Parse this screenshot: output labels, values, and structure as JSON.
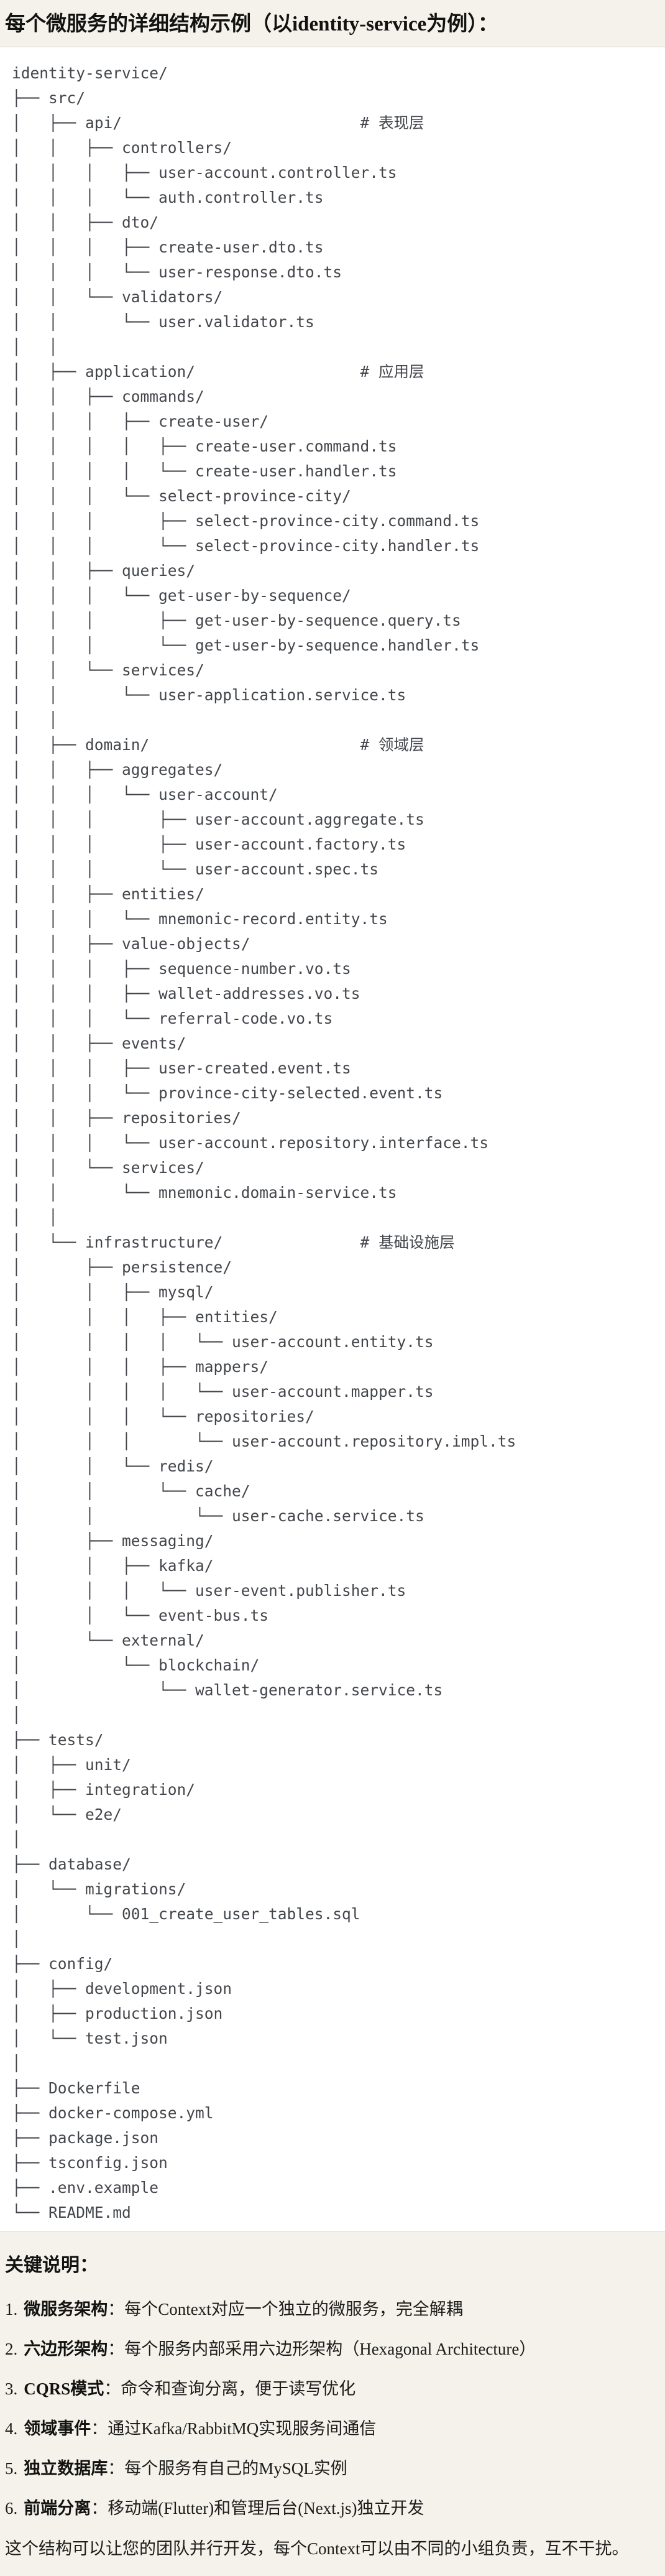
{
  "page": {
    "title": "每个微服务的详细结构示例（以identity-service为例）："
  },
  "colors": {
    "page_bg": "#F4F2EB",
    "code_bg": "#FFFFFF",
    "code_border": "#DCD9CF",
    "code_text": "#42454A",
    "body_text": "#171715"
  },
  "tree": {
    "lines": [
      "identity-service/",
      "├── src/",
      "│   ├── api/                          # 表现层",
      "│   │   ├── controllers/",
      "│   │   │   ├── user-account.controller.ts",
      "│   │   │   └── auth.controller.ts",
      "│   │   ├── dto/",
      "│   │   │   ├── create-user.dto.ts",
      "│   │   │   └── user-response.dto.ts",
      "│   │   └── validators/",
      "│   │       └── user.validator.ts",
      "│   │",
      "│   ├── application/                  # 应用层",
      "│   │   ├── commands/",
      "│   │   │   ├── create-user/",
      "│   │   │   │   ├── create-user.command.ts",
      "│   │   │   │   └── create-user.handler.ts",
      "│   │   │   └── select-province-city/",
      "│   │   │       ├── select-province-city.command.ts",
      "│   │   │       └── select-province-city.handler.ts",
      "│   │   ├── queries/",
      "│   │   │   └── get-user-by-sequence/",
      "│   │   │       ├── get-user-by-sequence.query.ts",
      "│   │   │       └── get-user-by-sequence.handler.ts",
      "│   │   └── services/",
      "│   │       └── user-application.service.ts",
      "│   │",
      "│   ├── domain/                       # 领域层",
      "│   │   ├── aggregates/",
      "│   │   │   └── user-account/",
      "│   │   │       ├── user-account.aggregate.ts",
      "│   │   │       ├── user-account.factory.ts",
      "│   │   │       └── user-account.spec.ts",
      "│   │   ├── entities/",
      "│   │   │   └── mnemonic-record.entity.ts",
      "│   │   ├── value-objects/",
      "│   │   │   ├── sequence-number.vo.ts",
      "│   │   │   ├── wallet-addresses.vo.ts",
      "│   │   │   └── referral-code.vo.ts",
      "│   │   ├── events/",
      "│   │   │   ├── user-created.event.ts",
      "│   │   │   └── province-city-selected.event.ts",
      "│   │   ├── repositories/",
      "│   │   │   └── user-account.repository.interface.ts",
      "│   │   └── services/",
      "│   │       └── mnemonic.domain-service.ts",
      "│   │",
      "│   └── infrastructure/               # 基础设施层",
      "│       ├── persistence/",
      "│       │   ├── mysql/",
      "│       │   │   ├── entities/",
      "│       │   │   │   └── user-account.entity.ts",
      "│       │   │   ├── mappers/",
      "│       │   │   │   └── user-account.mapper.ts",
      "│       │   │   └── repositories/",
      "│       │   │       └── user-account.repository.impl.ts",
      "│       │   └── redis/",
      "│       │       └── cache/",
      "│       │           └── user-cache.service.ts",
      "│       ├── messaging/",
      "│       │   ├── kafka/",
      "│       │   │   └── user-event.publisher.ts",
      "│       │   └── event-bus.ts",
      "│       └── external/",
      "│           └── blockchain/",
      "│               └── wallet-generator.service.ts",
      "│",
      "├── tests/",
      "│   ├── unit/",
      "│   ├── integration/",
      "│   └── e2e/",
      "│",
      "├── database/",
      "│   └── migrations/",
      "│       └── 001_create_user_tables.sql",
      "│",
      "├── config/",
      "│   ├── development.json",
      "│   ├── production.json",
      "│   └── test.json",
      "│",
      "├── Dockerfile",
      "├── docker-compose.yml",
      "├── package.json",
      "├── tsconfig.json",
      "├── .env.example",
      "└── README.md"
    ]
  },
  "notes": {
    "heading": "关键说明：",
    "items": [
      {
        "num": "1.",
        "term": "微服务架构",
        "desc": "：每个Context对应一个独立的微服务，完全解耦"
      },
      {
        "num": "2.",
        "term": "六边形架构",
        "desc": "：每个服务内部采用六边形架构（Hexagonal Architecture）"
      },
      {
        "num": "3.",
        "term": "CQRS模式",
        "desc": "：命令和查询分离，便于读写优化"
      },
      {
        "num": "4.",
        "term": "领域事件",
        "desc": "：通过Kafka/RabbitMQ实现服务间通信"
      },
      {
        "num": "5.",
        "term": "独立数据库",
        "desc": "：每个服务有自己的MySQL实例"
      },
      {
        "num": "6.",
        "term": "前端分离",
        "desc": "：移动端(Flutter)和管理后台(Next.js)独立开发"
      }
    ],
    "closing": "这个结构可以让您的团队并行开发，每个Context可以由不同的小组负责，互不干扰。"
  }
}
